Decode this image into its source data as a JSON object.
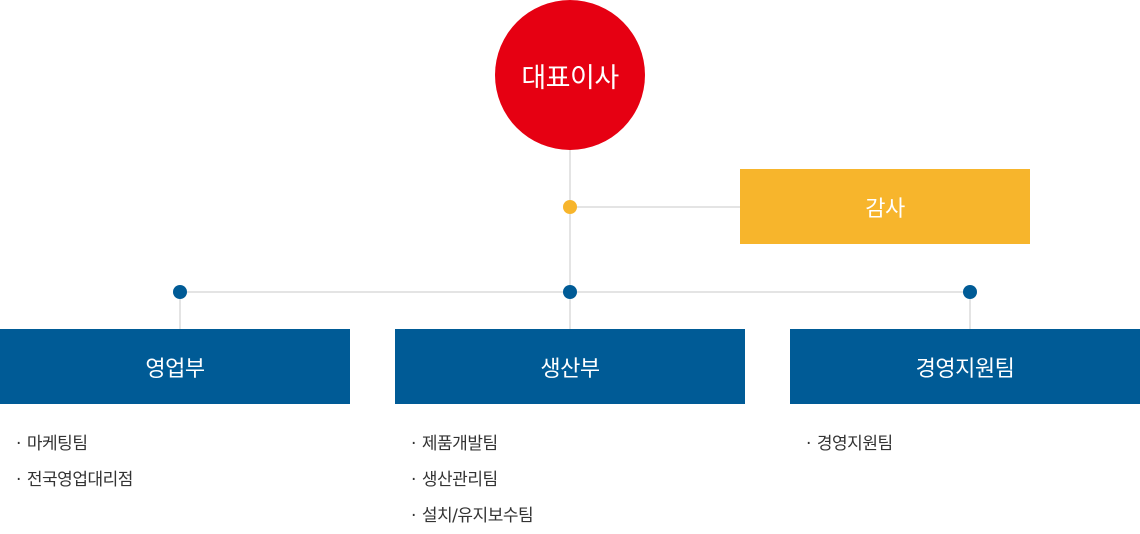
{
  "colors": {
    "ceo": "#e60012",
    "audit": "#f7b52c",
    "department": "#005b96",
    "node_blue": "#005b96",
    "node_yellow": "#f7b52c",
    "line": "#c8c8c8"
  },
  "org": {
    "ceo": "대표이사",
    "audit": "감사",
    "bullet": "·",
    "departments": [
      {
        "name": "영업부",
        "teams": [
          "마케팅팀",
          "전국영업대리점"
        ]
      },
      {
        "name": "생산부",
        "teams": [
          "제품개발팀",
          "생산관리팀",
          "설치/유지보수팀"
        ]
      },
      {
        "name": "경영지원팀",
        "teams": [
          "경영지원팀"
        ]
      }
    ]
  }
}
